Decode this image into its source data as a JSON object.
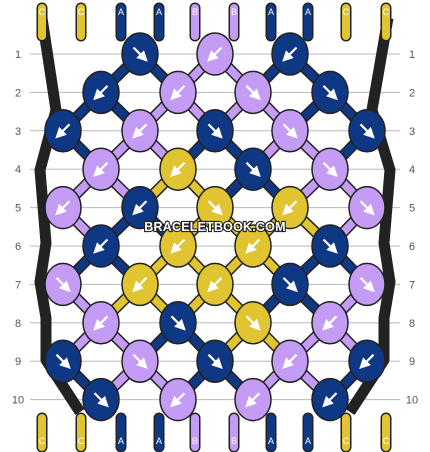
{
  "watermark": "BRACELETBOOK.COM",
  "colors": {
    "C": "#e0c431",
    "A": "#0f3884",
    "B": "#c49cf5",
    "grid": "#b8b8b8",
    "outline": "#222222"
  },
  "top_strings": [
    "C",
    "C",
    "A",
    "A",
    "B",
    "B",
    "A",
    "A",
    "C",
    "C"
  ],
  "bottom_strings": [
    "C",
    "C",
    "A",
    "A",
    "B",
    "B",
    "A",
    "A",
    "C",
    "C"
  ],
  "rows": [
    {
      "label": "1",
      "knots": [
        {
          "color": "A",
          "arrow": "down-right"
        },
        {
          "color": "B",
          "arrow": "down-left"
        },
        {
          "color": "A",
          "arrow": "down-left"
        }
      ]
    },
    {
      "label": "2",
      "knots": [
        {
          "color": "A",
          "arrow": "down-left"
        },
        {
          "color": "B",
          "arrow": "down-left"
        },
        {
          "color": "B",
          "arrow": "down-right"
        },
        {
          "color": "A",
          "arrow": "down-right"
        }
      ]
    },
    {
      "label": "3",
      "knots": [
        {
          "color": "A",
          "arrow": "down-left"
        },
        {
          "color": "B",
          "arrow": "down-left"
        },
        {
          "color": "A",
          "arrow": "down-right"
        },
        {
          "color": "B",
          "arrow": "down-right"
        },
        {
          "color": "A",
          "arrow": "down-right"
        }
      ]
    },
    {
      "label": "4",
      "knots": [
        {
          "color": "B",
          "arrow": "down-left"
        },
        {
          "color": "C",
          "arrow": "down-left"
        },
        {
          "color": "A",
          "arrow": "down-right"
        },
        {
          "color": "B",
          "arrow": "down-right"
        }
      ]
    },
    {
      "label": "5",
      "knots": [
        {
          "color": "B",
          "arrow": "down-left"
        },
        {
          "color": "A",
          "arrow": "down-left"
        },
        {
          "color": "C",
          "arrow": "down-right"
        },
        {
          "color": "C",
          "arrow": "down-left"
        },
        {
          "color": "B",
          "arrow": "down-right"
        }
      ]
    },
    {
      "label": "6",
      "knots": [
        {
          "color": "A",
          "arrow": "down-left"
        },
        {
          "color": "C",
          "arrow": "down-left"
        },
        {
          "color": "C",
          "arrow": "down-left"
        },
        {
          "color": "A",
          "arrow": "down-right"
        }
      ]
    },
    {
      "label": "7",
      "knots": [
        {
          "color": "B",
          "arrow": "down-right"
        },
        {
          "color": "C",
          "arrow": "down-left"
        },
        {
          "color": "C",
          "arrow": "down-left"
        },
        {
          "color": "A",
          "arrow": "down-right"
        },
        {
          "color": "B",
          "arrow": "down-right"
        }
      ]
    },
    {
      "label": "8",
      "knots": [
        {
          "color": "B",
          "arrow": "down-left"
        },
        {
          "color": "A",
          "arrow": "down-right"
        },
        {
          "color": "C",
          "arrow": "down-right"
        },
        {
          "color": "B",
          "arrow": "down-left"
        }
      ]
    },
    {
      "label": "9",
      "knots": [
        {
          "color": "A",
          "arrow": "down-right"
        },
        {
          "color": "B",
          "arrow": "down-right"
        },
        {
          "color": "A",
          "arrow": "down-right"
        },
        {
          "color": "B",
          "arrow": "down-left"
        },
        {
          "color": "A",
          "arrow": "down-left"
        }
      ]
    },
    {
      "label": "10",
      "knots": [
        {
          "color": "A",
          "arrow": "down-right"
        },
        {
          "color": "B",
          "arrow": "down-left"
        },
        {
          "color": "B",
          "arrow": "down-left"
        },
        {
          "color": "A",
          "arrow": "down-left"
        }
      ]
    }
  ]
}
